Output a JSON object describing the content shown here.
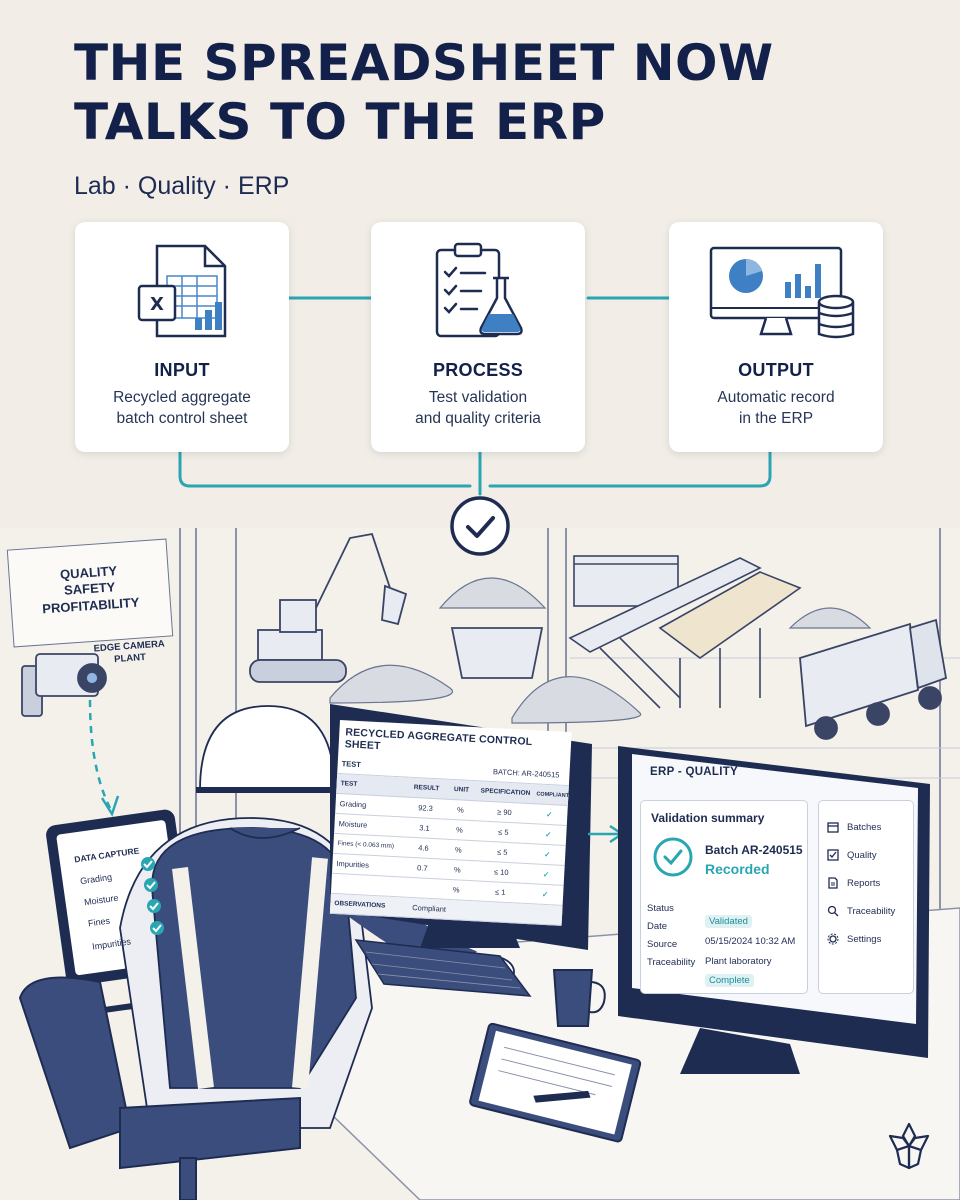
{
  "header": {
    "title_line1": "THE SPREADSHEET NOW",
    "title_line2": "TALKS TO THE ERP",
    "subtitle": "Lab · Quality · ERP"
  },
  "steps": [
    {
      "title": "INPUT",
      "desc_line1": "Recycled aggregate",
      "desc_line2": "batch control sheet",
      "icon": "spreadsheet-icon"
    },
    {
      "title": "PROCESS",
      "desc_line1": "Test validation",
      "desc_line2": "and quality criteria",
      "icon": "clipboard-flask-icon"
    },
    {
      "title": "OUTPUT",
      "desc_line1": "Automatic record",
      "desc_line2": "in the ERP",
      "icon": "monitor-database-icon"
    }
  ],
  "colors": {
    "accent": "#2aa6b3",
    "navy": "#13214a",
    "background": "#f2eee7"
  },
  "sign": {
    "line1": "QUALITY",
    "line2": "SAFETY",
    "line3": "PROFITABILITY"
  },
  "camera": {
    "line1": "EDGE CAMERA",
    "line2": "PLANT"
  },
  "tablet": {
    "title": "DATA CAPTURE",
    "items": [
      "Grading",
      "Moisture",
      "Fines",
      "Impurities"
    ]
  },
  "sheet": {
    "title": "RECYCLED AGGREGATE CONTROL SHEET",
    "test_label": "TEST",
    "batch": "BATCH: AR-240515",
    "headers": [
      "TEST",
      "RESULT",
      "UNIT",
      "SPECIFICATION",
      "COMPLIANT"
    ],
    "rows": [
      {
        "test": "Grading",
        "result": "92.3",
        "unit": "%",
        "spec": "≥ 90",
        "ok": "✓"
      },
      {
        "test": "Moisture",
        "result": "3.1",
        "unit": "%",
        "spec": "≤ 5",
        "ok": "✓"
      },
      {
        "test": "Fines (< 0.063 mm)",
        "result": "4.6",
        "unit": "%",
        "spec": "≤ 5",
        "ok": "✓"
      },
      {
        "test": "Impurities",
        "result": "0.7",
        "unit": "%",
        "spec": "≤ 10",
        "ok": "✓"
      },
      {
        "test": "",
        "result": "",
        "unit": "%",
        "spec": "≤ 1",
        "ok": "✓"
      }
    ],
    "observations_label": "OBSERVATIONS",
    "observations_value": "Compliant"
  },
  "erp": {
    "title": "ERP - QUALITY",
    "summary_label": "Validation summary",
    "batch": "Batch AR-240515",
    "recorded": "Recorded",
    "fields": [
      {
        "label": "Status",
        "value": "Validated",
        "pill": true
      },
      {
        "label": "Date",
        "value": "05/15/2024 10:32 AM",
        "pill": false
      },
      {
        "label": "Source",
        "value": "Plant laboratory",
        "pill": false
      },
      {
        "label": "Traceability",
        "value": "Complete",
        "pill": true
      }
    ],
    "nav": [
      "Batches",
      "Quality",
      "Reports",
      "Traceability",
      "Settings"
    ]
  }
}
